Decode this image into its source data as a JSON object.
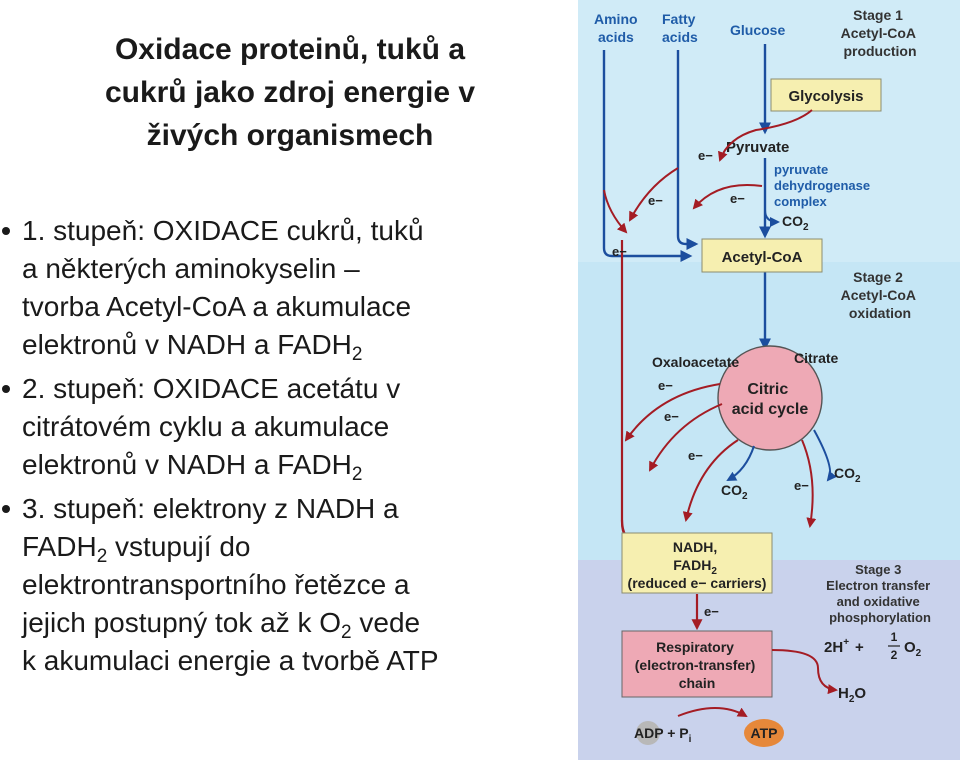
{
  "title": {
    "line1": "Oxidace proteinů, tuků a",
    "line2": "cukrů jako zdroj energie v",
    "line3": "živých organismech"
  },
  "bullets": {
    "b1": {
      "l1": "1. stupeň: OXIDACE cukrů, tuků",
      "l2": "a některých aminokyselin –",
      "l3": "tvorba Acetyl-CoA a akumulace",
      "l4": "elektronů v NADH a FADH",
      "l4sub": "2"
    },
    "b2": {
      "l1": "2. stupeň: OXIDACE acetátu v",
      "l2": "citrátovém cyklu a akumulace",
      "l3": "elektronů v NADH a FADH",
      "l3sub": "2"
    },
    "b3": {
      "l1": "3. stupeň: elektrony z NADH a",
      "l2a": "FADH",
      "l2sub": "2",
      "l2b": " vstupují do",
      "l3": "elektrontransportního řetězce a",
      "l4a": "jejich postupný tok až k O",
      "l4sub": "2",
      "l4b": " vede",
      "l5": "k akumulaci energie a tvorbě ATP"
    }
  },
  "diagram": {
    "amino_l1": "Amino",
    "amino_l2": "acids",
    "fatty_l1": "Fatty",
    "fatty_l2": "acids",
    "glucose": "Glucose",
    "stage1_l1": "Stage 1",
    "stage1_l2": "Acetyl-CoA",
    "stage1_l3": "production",
    "glycolysis": "Glycolysis",
    "pyruvate": "Pyruvate",
    "pdh_l1": "pyruvate",
    "pdh_l2": "dehydrogenase",
    "pdh_l3": "complex",
    "co2_top": "CO",
    "co2_sub": "2",
    "acetyl": "Acetyl-CoA",
    "stage2_l1": "Stage 2",
    "stage2_l2": "Acetyl-CoA",
    "stage2_l3": "oxidation",
    "oxaloacetate": "Oxaloacetate",
    "citrate": "Citrate",
    "citric_l1": "Citric",
    "citric_l2": "acid cycle",
    "co2_mid": "CO",
    "co2_right": "CO",
    "carrier_l1": "NADH,",
    "carrier_l2a": "FADH",
    "carrier_l2sub": "2",
    "carrier_l3": "(reduced e− carriers)",
    "stage3_l1": "Stage 3",
    "stage3_l2": "Electron transfer",
    "stage3_l3": "and oxidative",
    "stage3_l4": "phosphorylation",
    "resp_l1": "Respiratory",
    "resp_l2": "(electron-transfer)",
    "resp_l3": "chain",
    "h_plus": "2H",
    "h_sup": "+",
    "plus_sign": "+",
    "frac_num": "1",
    "frac_den": "2",
    "o2": "O",
    "h2o_a": "H",
    "h2o_sub": "2",
    "h2o_b": "O",
    "adp": "ADP + P",
    "adp_sub": "i",
    "atp": "ATP",
    "e_minus": "e−"
  },
  "colors": {
    "stage1_bg": "#d0ebf7",
    "stage2_bg": "#c5e6f5",
    "stage3_bg": "#c9d2ec",
    "box_yellow": "#f6efb0",
    "cycle_pink": "#eea9b5",
    "arrow_blue": "#1c4e9e",
    "arrow_red": "#a41c24",
    "text_blue": "#1f5ca8",
    "atp_orange": "#e6883a"
  }
}
